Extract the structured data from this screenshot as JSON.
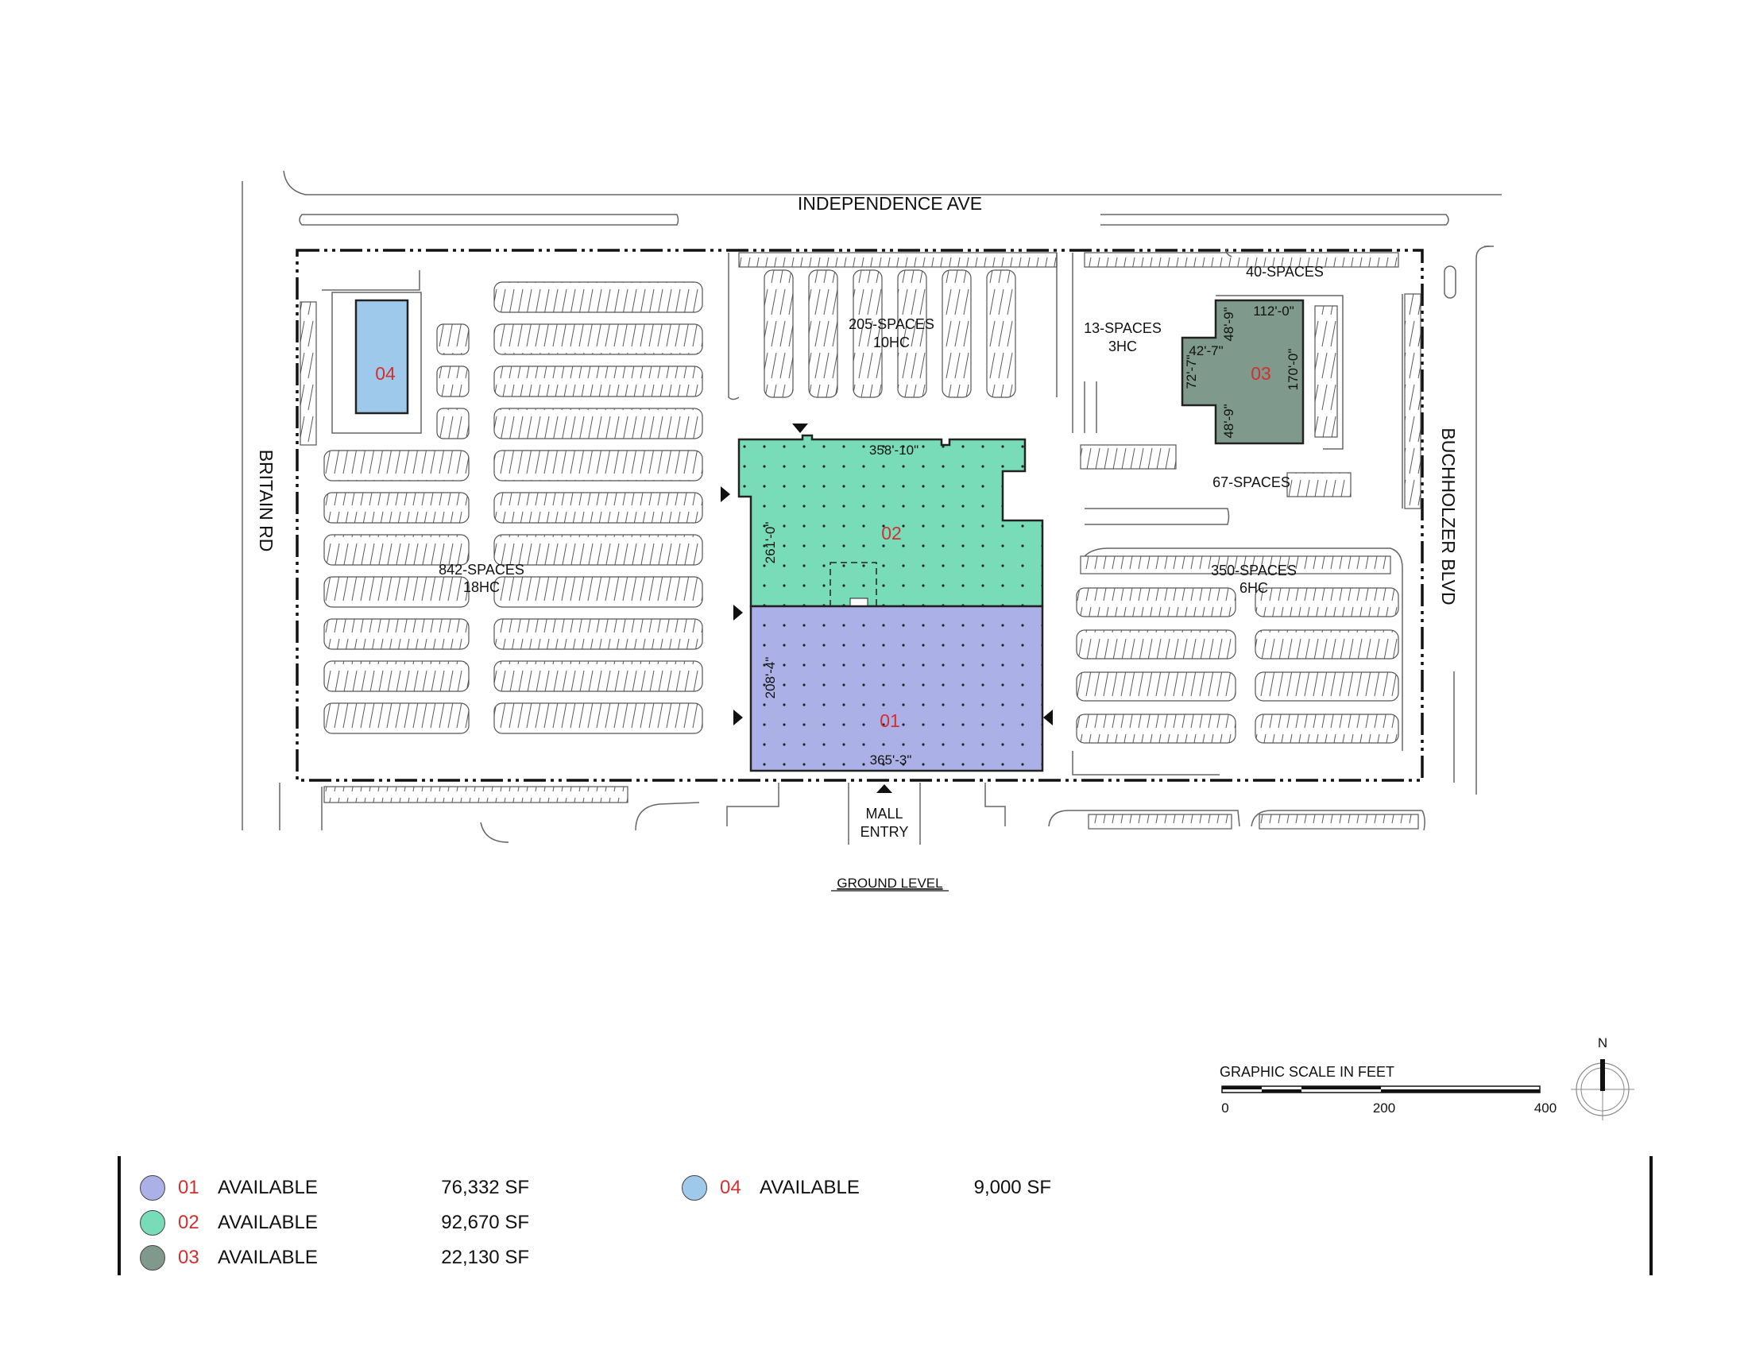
{
  "streets": {
    "north": "INDEPENDENCE AVE",
    "west": "BRITAIN RD",
    "east": "BUCHHOLZER BLVD"
  },
  "parking": [
    {
      "id": "842",
      "spaces": "842-SPACES",
      "hc": "18HC"
    },
    {
      "id": "205",
      "spaces": "205-SPACES",
      "hc": "10HC"
    },
    {
      "id": "13",
      "spaces": "13-SPACES",
      "hc": "3HC"
    },
    {
      "id": "40",
      "spaces": "40-SPACES",
      "hc": ""
    },
    {
      "id": "67",
      "spaces": "67-SPACES",
      "hc": ""
    },
    {
      "id": "350",
      "spaces": "350-SPACES",
      "hc": "6HC"
    }
  ],
  "units": [
    {
      "code": "01",
      "status": "AVAILABLE",
      "area": "76,332 SF",
      "color": "#abb1e6"
    },
    {
      "code": "02",
      "status": "AVAILABLE",
      "area": "92,670 SF",
      "color": "#78dcb8"
    },
    {
      "code": "03",
      "status": "AVAILABLE",
      "area": "22,130 SF",
      "color": "#7f9a8c"
    },
    {
      "code": "04",
      "status": "AVAILABLE",
      "area": "9,000 SF",
      "color": "#9fc9ea"
    }
  ],
  "dimensions": {
    "u02_width": "358'-10\"",
    "u02_depth": "261'-0\"",
    "u01_depth": "208'-4\"",
    "u01_width": "365'-3\"",
    "u03_top": "112'-0\"",
    "u03_right": "170'-0\"",
    "u03_step": "42'-7\"",
    "u03_left": "72'-7\"",
    "u03_upper": "48'-9\"",
    "u03_lower": "48'-9\""
  },
  "entry": {
    "line1": "MALL",
    "line2": "ENTRY"
  },
  "plan_title": "GROUND LEVEL",
  "scale": {
    "title": "GRAPHIC SCALE IN FEET",
    "ticks": [
      "0",
      "200",
      "400"
    ]
  },
  "north_label": "N",
  "colors": {
    "label_red": "#d32f2f",
    "line": "#222222"
  }
}
